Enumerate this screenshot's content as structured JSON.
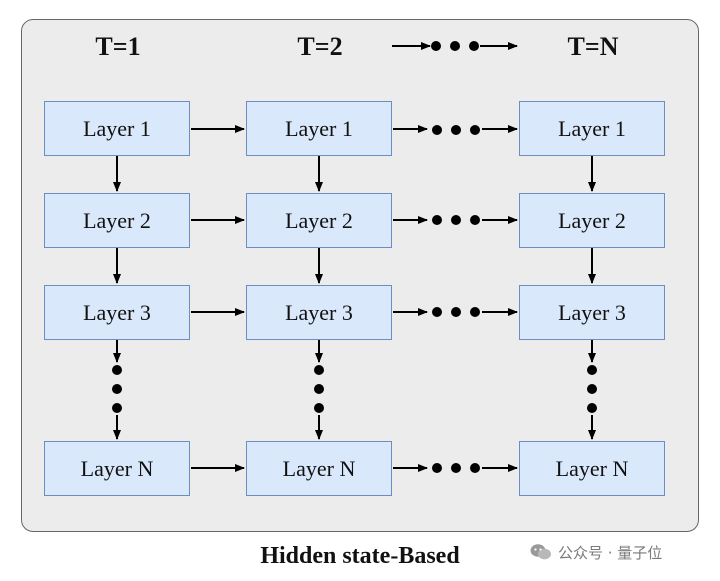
{
  "columns": [
    "T=1",
    "T=2",
    "T=N"
  ],
  "rows": [
    "Layer 1",
    "Layer 2",
    "Layer 3",
    "Layer N"
  ],
  "caption": "Hidden state-Based",
  "watermark": "公众号 · 量子位",
  "colors": {
    "panel_bg": "#ececec",
    "panel_border": "#666666",
    "box_fill": "#dae8fc",
    "box_border": "#6c8ebf",
    "arrow": "#000000"
  }
}
